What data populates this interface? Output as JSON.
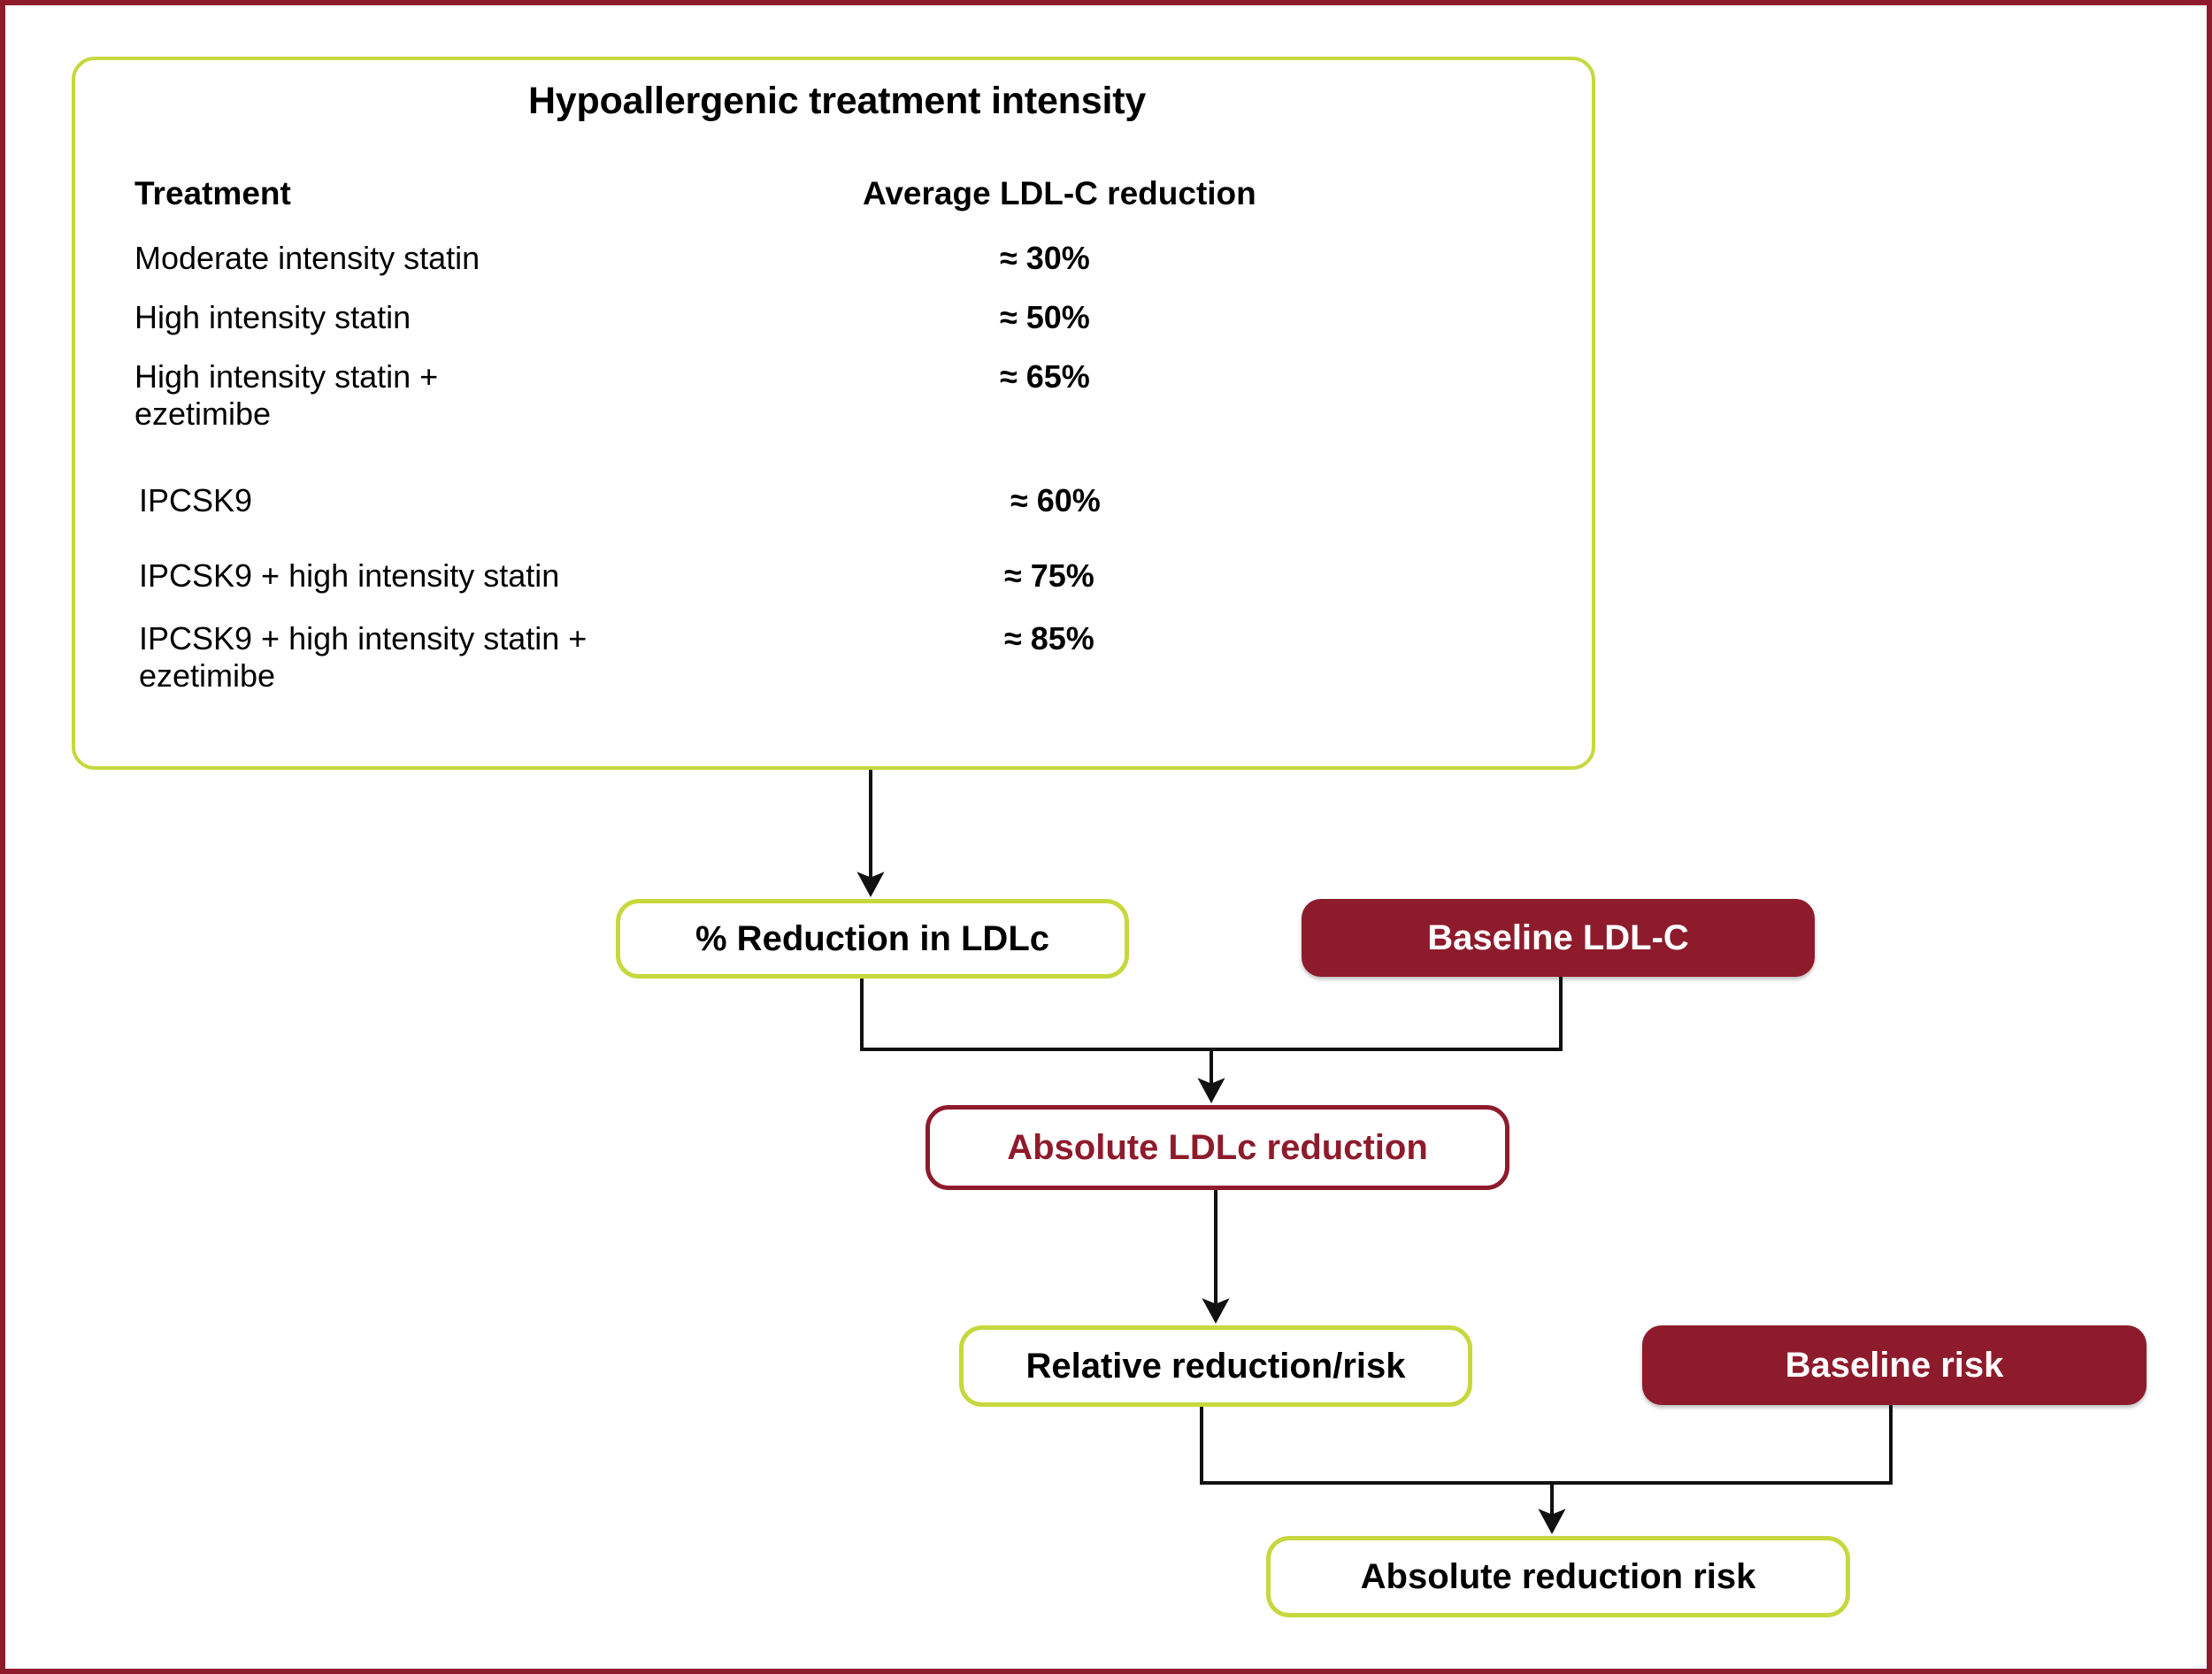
{
  "figure": {
    "frame_color": "#8E1B2C",
    "accent_green": "#C6D83E",
    "accent_maroon": "#8E1B2C"
  },
  "intensity_panel": {
    "title": "Hypoallergenic treatment intensity",
    "columns": {
      "treatment": "Treatment",
      "reduction": "Average LDL-C reduction"
    },
    "rows": [
      {
        "treatment": "Moderate intensity statin",
        "reduction": "≈ 30%"
      },
      {
        "treatment": "High intensity statin",
        "reduction": "≈ 50%"
      },
      {
        "treatment": "High intensity statin +\nezetimibe",
        "reduction": "≈ 65%"
      },
      {
        "treatment": "IPCSK9",
        "reduction": "≈ 60%"
      },
      {
        "treatment": "IPCSK9 + high intensity statin",
        "reduction": "≈ 75%"
      },
      {
        "treatment": "IPCSK9 + high intensity statin +\nezetimibe",
        "reduction": "≈ 85%"
      }
    ]
  },
  "flow": {
    "pct_reduction": "% Reduction in LDLc",
    "baseline_ldl": "Baseline LDL-C",
    "absolute_ldl_reduction": "Absolute LDLc reduction",
    "relative_reduction_risk": "Relative reduction/risk",
    "baseline_risk": "Baseline risk",
    "absolute_reduction_risk": "Absolute reduction risk"
  },
  "chart_data": {
    "type": "table",
    "title": "Hypoallergenic treatment intensity",
    "categories": [
      "Moderate intensity statin",
      "High intensity statin",
      "High intensity statin + ezetimibe",
      "IPCSK9",
      "IPCSK9 + high intensity statin",
      "IPCSK9 + high intensity statin + ezetimibe"
    ],
    "values": [
      30,
      50,
      65,
      60,
      75,
      85
    ],
    "xlabel": "Treatment",
    "ylabel": "Average LDL-C reduction (%)",
    "ylim": [
      0,
      100
    ],
    "value_prefix": "≈ ",
    "value_suffix": "%",
    "grid": false,
    "legend": "none"
  }
}
